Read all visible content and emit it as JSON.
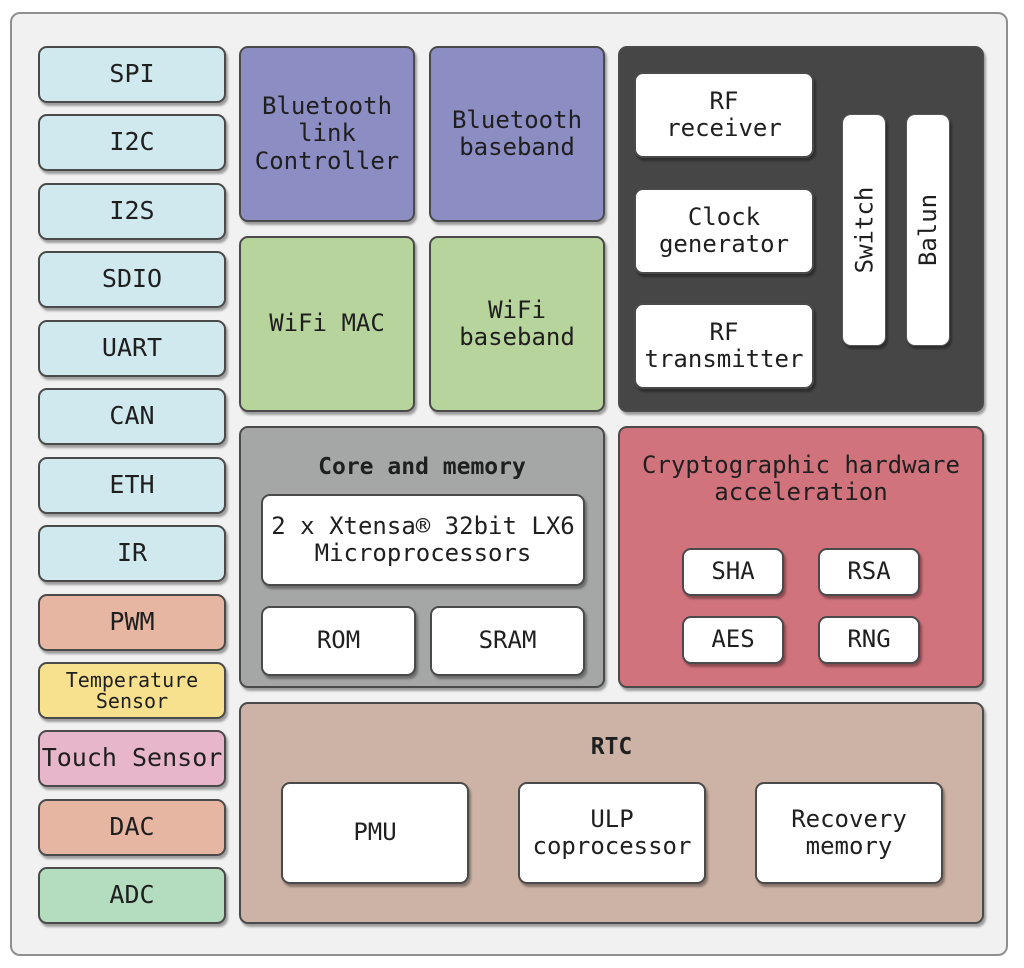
{
  "peripherals": [
    {
      "label": "SPI",
      "color": "#cfe9ee"
    },
    {
      "label": "I2C",
      "color": "#cfe9ee"
    },
    {
      "label": "I2S",
      "color": "#cfe9ee"
    },
    {
      "label": "SDIO",
      "color": "#cfe9ee"
    },
    {
      "label": "UART",
      "color": "#cfe9ee"
    },
    {
      "label": "CAN",
      "color": "#cfe9ee"
    },
    {
      "label": "ETH",
      "color": "#cfe9ee"
    },
    {
      "label": "IR",
      "color": "#cfe9ee"
    },
    {
      "label": "PWM",
      "color": "#e6b6a2"
    },
    {
      "label": "Temperature\nSensor",
      "color": "#f7e08e"
    },
    {
      "label": "Touch Sensor",
      "color": "#e8b6cb"
    },
    {
      "label": "DAC",
      "color": "#e6b6a2"
    },
    {
      "label": "ADC",
      "color": "#b4dcbf"
    }
  ],
  "bluetooth": {
    "link_controller": "Bluetooth\nlink\nController",
    "baseband": "Bluetooth\nbaseband",
    "color": "#8c8dc3"
  },
  "wifi": {
    "mac": "WiFi MAC",
    "baseband": "WiFi\nbaseband",
    "color": "#b8d49d"
  },
  "rf": {
    "color": "#464646",
    "receiver": "RF\nreceiver",
    "clock": "Clock\ngenerator",
    "transmitter": "RF\ntransmitter",
    "switch": "Switch",
    "balun": "Balun"
  },
  "core": {
    "title": "Core and memory",
    "processors": "2 x Xtensa® 32bit LX6\nMicroprocessors",
    "rom": "ROM",
    "sram": "SRAM",
    "color": "#a5a7a6"
  },
  "crypto": {
    "title": "Cryptographic hardware\nacceleration",
    "sha": "SHA",
    "rsa": "RSA",
    "aes": "AES",
    "rng": "RNG",
    "color": "#d1737c"
  },
  "rtc": {
    "title": "RTC",
    "pmu": "PMU",
    "ulp": "ULP\ncoprocessor",
    "recovery": "Recovery\nmemory",
    "color": "#cdb3a5"
  }
}
